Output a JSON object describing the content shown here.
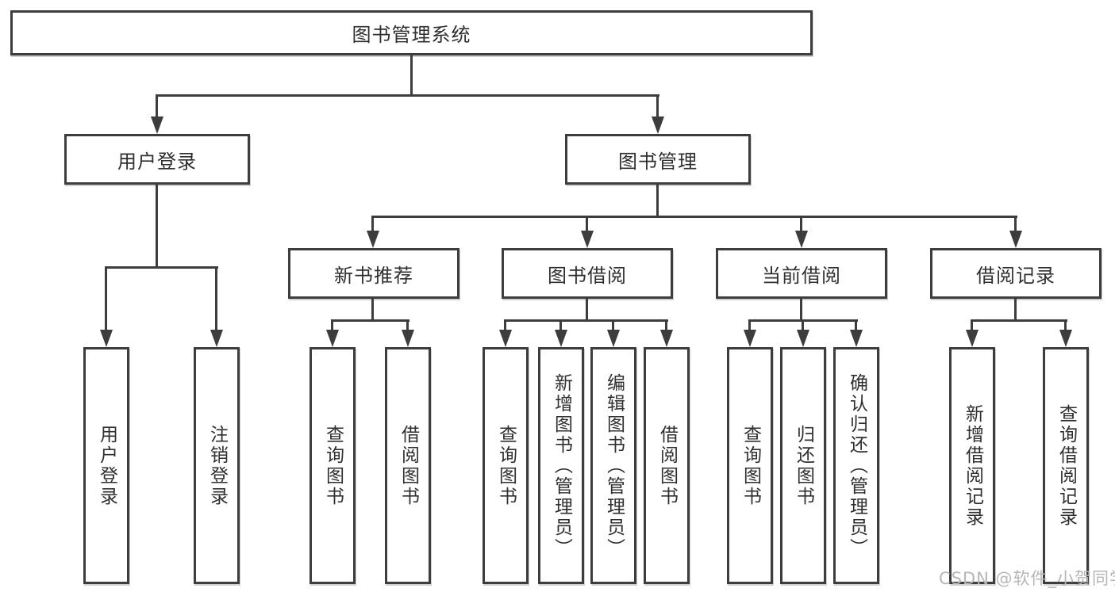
{
  "diagram": {
    "title": "图书管理系统",
    "nodes": {
      "root": {
        "label": "图书管理系统"
      },
      "user_login": {
        "label": "用户登录"
      },
      "book_mgmt": {
        "label": "图书管理"
      },
      "new_book_rec": {
        "label": "新书推荐"
      },
      "book_borrow": {
        "label": "图书借阅"
      },
      "current_borrow": {
        "label": "当前借阅"
      },
      "borrow_record": {
        "label": "借阅记录"
      }
    },
    "leaves": [
      {
        "parent": "用户登录",
        "label": "用户登录"
      },
      {
        "parent": "用户登录",
        "label": "注销登录"
      },
      {
        "parent": "新书推荐",
        "label": "查询图书"
      },
      {
        "parent": "新书推荐",
        "label": "借阅图书"
      },
      {
        "parent": "图书借阅",
        "label": "查询图书"
      },
      {
        "parent": "图书借阅",
        "label": "新增图书（管理员）"
      },
      {
        "parent": "图书借阅",
        "label": "编辑图书（管理员）"
      },
      {
        "parent": "图书借阅",
        "label": "借阅图书"
      },
      {
        "parent": "当前借阅",
        "label": "查询图书"
      },
      {
        "parent": "当前借阅",
        "label": "归还图书"
      },
      {
        "parent": "当前借阅",
        "label": "确认归还（管理员）"
      },
      {
        "parent": "借阅记录",
        "label": "新增借阅记录"
      },
      {
        "parent": "借阅记录",
        "label": "查询借阅记录"
      }
    ],
    "watermark": "CSDN @软件_小贺同学",
    "colors": {
      "line": "#3d3d3d",
      "box_border": "#3d3d3d",
      "box_fill": "#ffffff",
      "text": "#2f2f2f",
      "watermark": "#b6b6b6"
    }
  }
}
